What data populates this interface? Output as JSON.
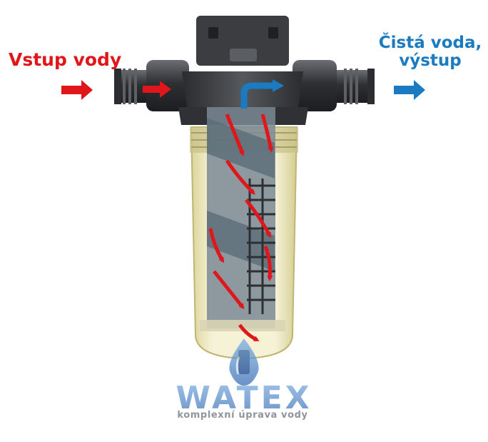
{
  "labels": {
    "inlet": "Vstup vody",
    "outlet_line1": "Čistá voda,",
    "outlet_line2": "výstup"
  },
  "brand": {
    "name": "WATEX",
    "tagline": "komplexní úprava vody"
  },
  "colors": {
    "inlet": "#e0161b",
    "outlet": "#1b7bc0",
    "logo": "#4f86c9",
    "housing": "#3a3c3f",
    "bowl": "#e8e2b0",
    "cartridge": "#6e7f8b"
  },
  "icons": [
    "inlet-arrow-icon",
    "outlet-arrow-icon",
    "flow-arrow-icon",
    "watex-logo-icon"
  ]
}
